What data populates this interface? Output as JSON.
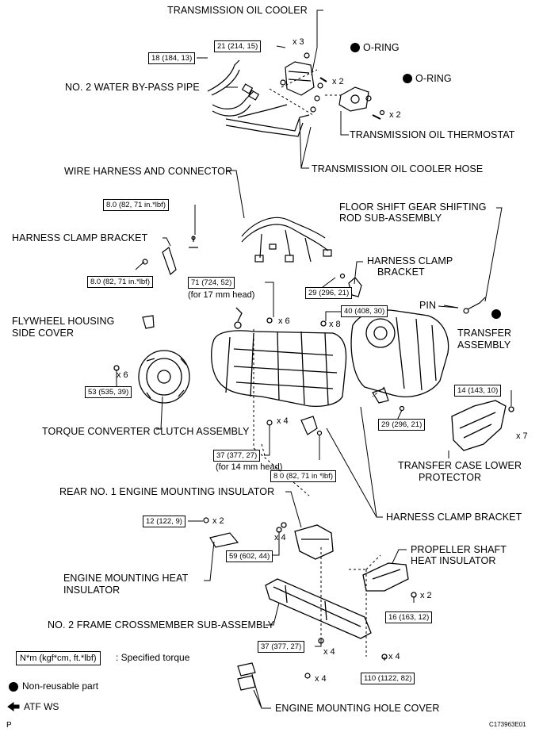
{
  "labels": {
    "transmission_oil_cooler": "TRANSMISSION OIL COOLER",
    "o_ring_1": "O-RING",
    "o_ring_2": "O-RING",
    "water_bypass_pipe": "NO. 2 WATER BY-PASS PIPE",
    "oil_thermostat": "TRANSMISSION OIL THERMOSTAT",
    "oil_cooler_hose": "TRANSMISSION OIL COOLER HOSE",
    "wire_harness": "WIRE HARNESS AND CONNECTOR",
    "floor_shift_1": "FLOOR SHIFT GEAR SHIFTING",
    "floor_shift_2": "ROD SUB-ASSEMBLY",
    "harness_clamp_bracket_left": "HARNESS CLAMP BRACKET",
    "harness_clamp_bracket_right_1": "HARNESS CLAMP",
    "harness_clamp_bracket_right_2": "BRACKET",
    "pin": "PIN",
    "flywheel_cover_1": "FLYWHEEL HOUSING",
    "flywheel_cover_2": "SIDE COVER",
    "transfer_1": "TRANSFER",
    "transfer_2": "ASSEMBLY",
    "torque_converter": "TORQUE CONVERTER CLUTCH ASSEMBLY",
    "transfer_case_protector_1": "TRANSFER CASE LOWER",
    "transfer_case_protector_2": "PROTECTOR",
    "rear_mounting_insulator": "REAR NO. 1 ENGINE MOUNTING INSULATOR",
    "harness_clamp_bracket_lower": "HARNESS CLAMP BRACKET",
    "propeller_insulator_1": "PROPELLER SHAFT",
    "propeller_insulator_2": "HEAT INSULATOR",
    "mounting_heat_insulator_1": "ENGINE MOUNTING HEAT",
    "mounting_heat_insulator_2": "INSULATOR",
    "crossmember": "NO. 2 FRAME CROSSMEMBER SUB-ASSEMBLY",
    "mounting_hole_cover": "ENGINE MOUNTING HOLE COVER"
  },
  "torques": {
    "t_oil_cooler": "21 (214, 15)",
    "t_bypass": "18 (184, 13)",
    "t_harness_top": "8.0 (82, 71 in.*lbf)",
    "t_harness_left": "8.0 (82, 71 in.*lbf)",
    "t_17mm": "71 (724, 52)",
    "t_bracket_right": "29 (296, 21)",
    "t_transfer": "40 (408, 30)",
    "t_converter": "53 (535, 39)",
    "t_protector": "14 (143, 10)",
    "t_bracket_lower": "29 (296, 21)",
    "t_14mm": "37 (377, 27)",
    "t_harness_lower": "8 0 (82, 71 in *lbf)",
    "t_heat_insulator": "12 (122, 9)",
    "t_rear_insulator": "59 (602, 44)",
    "t_propeller": "16 (163, 12)",
    "t_crossmember": "37 (377, 27)",
    "t_hole_cover": "110 (1122, 82)"
  },
  "quantities": {
    "q_cooler": "x 3",
    "q_oring1": "x 2",
    "q_oring2": "x 2",
    "q_17mm": "x 6",
    "q_transfer": "x 8",
    "q_converter": "x 6",
    "q_14mm": "x 4",
    "q_protector": "x 7",
    "q_heat_insulator": "x 2",
    "q_rear_insulator": "x 4",
    "q_propeller": "x 2",
    "q_crossmember": "x 4",
    "q_hole_cover": "x 4",
    "q_bottom": "x 4"
  },
  "notes": {
    "n_17mm": "(for 17 mm head)",
    "n_14mm": "(for 14 mm head)"
  },
  "legend": {
    "torque_box": "N*m (kgf*cm, ft.*lbf)",
    "torque_text": ": Specified torque",
    "non_reusable": "Non-reusable part",
    "atf": "ATF WS"
  },
  "footer": {
    "left": "P",
    "right": "C173963E01"
  }
}
